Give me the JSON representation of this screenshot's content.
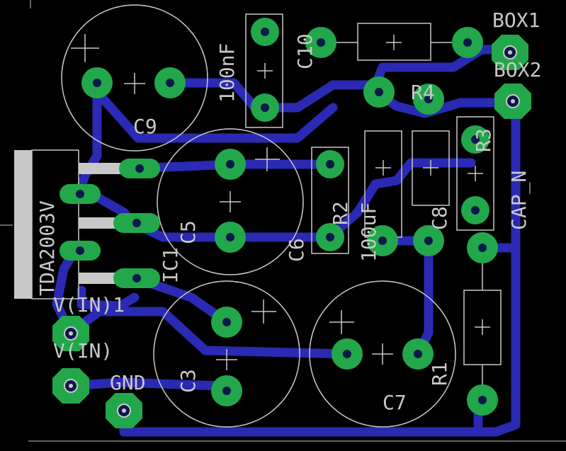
{
  "colors": {
    "background": "#000000",
    "trace": "#2a2ab4",
    "pad": "#22a84a",
    "silk": "#c8c8c8",
    "hole": "#0a1a4a"
  },
  "labels": {
    "box1": "BOX1",
    "box2": "BOX2",
    "c10": "C10",
    "c10_value": "100nF",
    "r4": "R4",
    "r3": "R3",
    "cap_n": "CAP_N",
    "c9": "C9",
    "tda": "TDA2003V",
    "r2": "R2",
    "c8_value": "100uF",
    "c8": "C8",
    "c5": "C5",
    "c6": "C6",
    "ic1": "IC1",
    "vin1": "V(IN)1",
    "vin": "V(IN)",
    "gnd": "GND",
    "c3": "C3",
    "c7": "C7",
    "r1": "R1"
  }
}
